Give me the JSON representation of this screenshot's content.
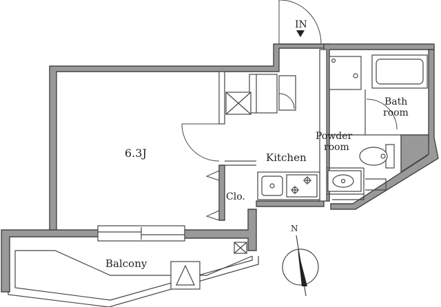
{
  "rooms": {
    "main": "6.3J",
    "kitchen": "Kitchen",
    "powder_line1": "Powder",
    "powder_line2": "room",
    "bath_line1": "Bath",
    "bath_line2": "room",
    "closet": "Clo.",
    "balcony": "Balcony"
  },
  "entrance": {
    "label": "IN",
    "icon": "arrow-down-icon"
  },
  "compass": {
    "label": "N",
    "icon": "north-arrow-icon"
  }
}
